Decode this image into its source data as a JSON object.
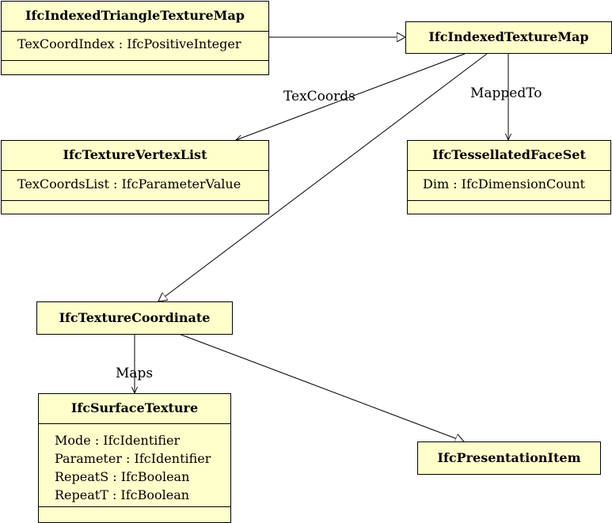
{
  "classes": {
    "indexed_triangle_texture_map": {
      "name": "IfcIndexedTriangleTextureMap",
      "attrs": [
        "TexCoordIndex : IfcPositiveInteger"
      ]
    },
    "indexed_texture_map": {
      "name": "IfcIndexedTextureMap"
    },
    "texture_vertex_list": {
      "name": "IfcTextureVertexList",
      "attrs": [
        "TexCoordsList : IfcParameterValue"
      ]
    },
    "tessellated_face_set": {
      "name": "IfcTessellatedFaceSet",
      "attrs": [
        "Dim : IfcDimensionCount"
      ]
    },
    "texture_coordinate": {
      "name": "IfcTextureCoordinate"
    },
    "surface_texture": {
      "name": "IfcSurfaceTexture",
      "attrs": [
        "Mode : IfcIdentifier",
        "Parameter : IfcIdentifier",
        "RepeatS : IfcBoolean",
        "RepeatT : IfcBoolean"
      ]
    },
    "presentation_item": {
      "name": "IfcPresentationItem"
    }
  },
  "edge_labels": {
    "tex_coords": "TexCoords",
    "mapped_to": "MappedTo",
    "maps": "Maps"
  }
}
